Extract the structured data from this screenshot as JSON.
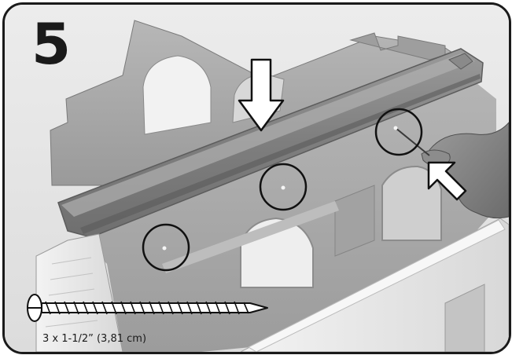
{
  "step": {
    "number": "5"
  },
  "hardware": {
    "screw_label": "3 x 1-1/2” (3,81 cm)",
    "screw_count": 3
  },
  "colors": {
    "plastic_dark": "#8c8c8c",
    "plastic_mid": "#a9a9a9",
    "plastic_light": "#c9c9c9",
    "wall_white": "#ebebeb",
    "outline": "#1a1a1a",
    "arrow_fill": "#ffffff"
  },
  "icons": {
    "down_arrow": "down-arrow-icon",
    "diagonal_arrow": "up-left-arrow-icon",
    "screw": "screw-icon",
    "hole_marker": "circle-marker-icon"
  }
}
